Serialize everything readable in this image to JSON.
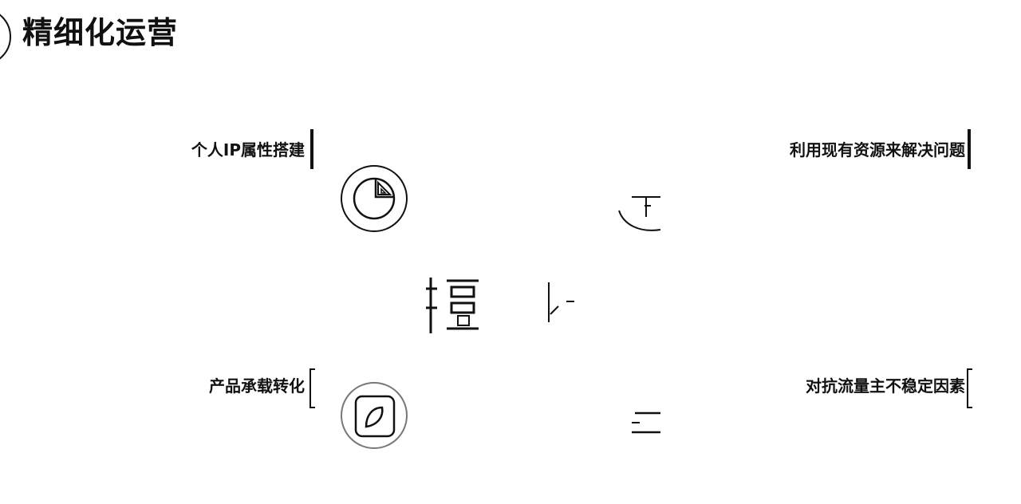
{
  "page": {
    "title": "精细化运营"
  },
  "cards": {
    "top_left_label": "个人IP属性搭建",
    "top_right_label": "利用现有资源来解决问题",
    "bottom_left_label": "产品承载转化",
    "bottom_right_label": "对抗流量主不稳定因素"
  },
  "icons": {
    "top_icon": "pie-chart-icon",
    "bottom_icon": "leaf-icon"
  },
  "colors": {
    "text": "#111111",
    "background": "#ffffff"
  }
}
